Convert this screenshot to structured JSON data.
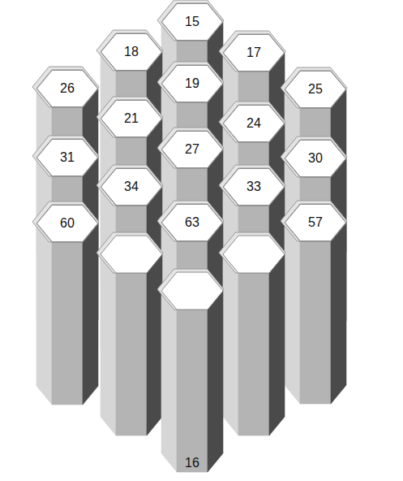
{
  "diagram": {
    "nodes": [
      {
        "text": [
          "15"
        ]
      },
      {
        "text": [
          "18"
        ]
      },
      {
        "text": [
          "17"
        ]
      },
      {
        "text": [
          "19"
        ]
      },
      {
        "text": [
          "26"
        ]
      },
      {
        "text": [
          "25"
        ]
      },
      {
        "text": [
          "21"
        ]
      },
      {
        "text": [
          "24"
        ]
      },
      {
        "text": [
          "27"
        ]
      },
      {
        "text": [
          "31"
        ]
      },
      {
        "text": [
          "30"
        ]
      },
      {
        "text": [
          "34"
        ]
      },
      {
        "text": [
          "33"
        ]
      },
      {
        "text": [
          "60"
        ]
      },
      {
        "text": [
          "63"
        ]
      },
      {
        "text": [
          "57"
        ]
      }
    ],
    "labels": [
      "16"
    ]
  }
}
